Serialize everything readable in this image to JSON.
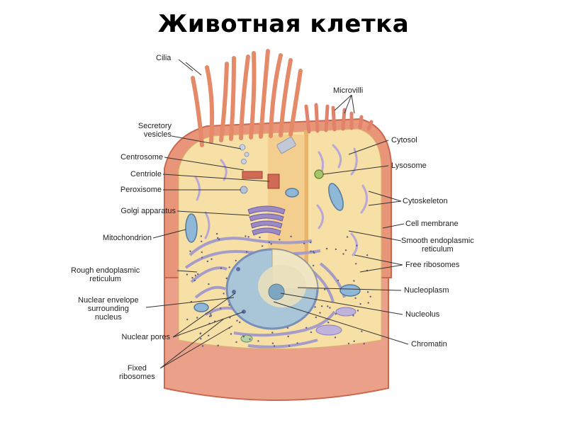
{
  "title": "Животная клетка",
  "colors": {
    "membrane": "#e8957a",
    "membrane_dark": "#c9694f",
    "cytoplasm": "#f7e0a6",
    "cilia": "#f0a27e",
    "nucleus": "#a9c6d8",
    "er": "#a59cc8",
    "golgi": "#9b8bc4",
    "mitochondrion": "#8fb8d8",
    "leader": "#333333"
  },
  "labels": {
    "cilia": "Cilia",
    "microvilli": "Microvilli",
    "secretory_vesicles": "Secretory\nvesicles",
    "cytosol": "Cytosol",
    "centrosome": "Centrosome",
    "lysosome": "Lysosome",
    "centriole": "Centriole",
    "peroxisome": "Peroxisome",
    "cytoskeleton": "Cytoskeleton",
    "golgi_apparatus": "Golgi apparatus",
    "cell_membrane": "Cell membrane",
    "mitochondrion": "Mitochondrion",
    "smooth_er": "Smooth endoplasmic\nreticulum",
    "free_ribosomes": "Free ribosomes",
    "rough_er": "Rough endoplasmic\nreticulum",
    "nuclear_envelope": "Nuclear envelope\nsurrounding\nnucleus",
    "nucleoplasm": "Nucleoplasm",
    "nucleolus": "Nucleolus",
    "nuclear_pores": "Nuclear pores",
    "chromatin": "Chromatin",
    "fixed_ribosomes": "Fixed\nribosomes"
  }
}
